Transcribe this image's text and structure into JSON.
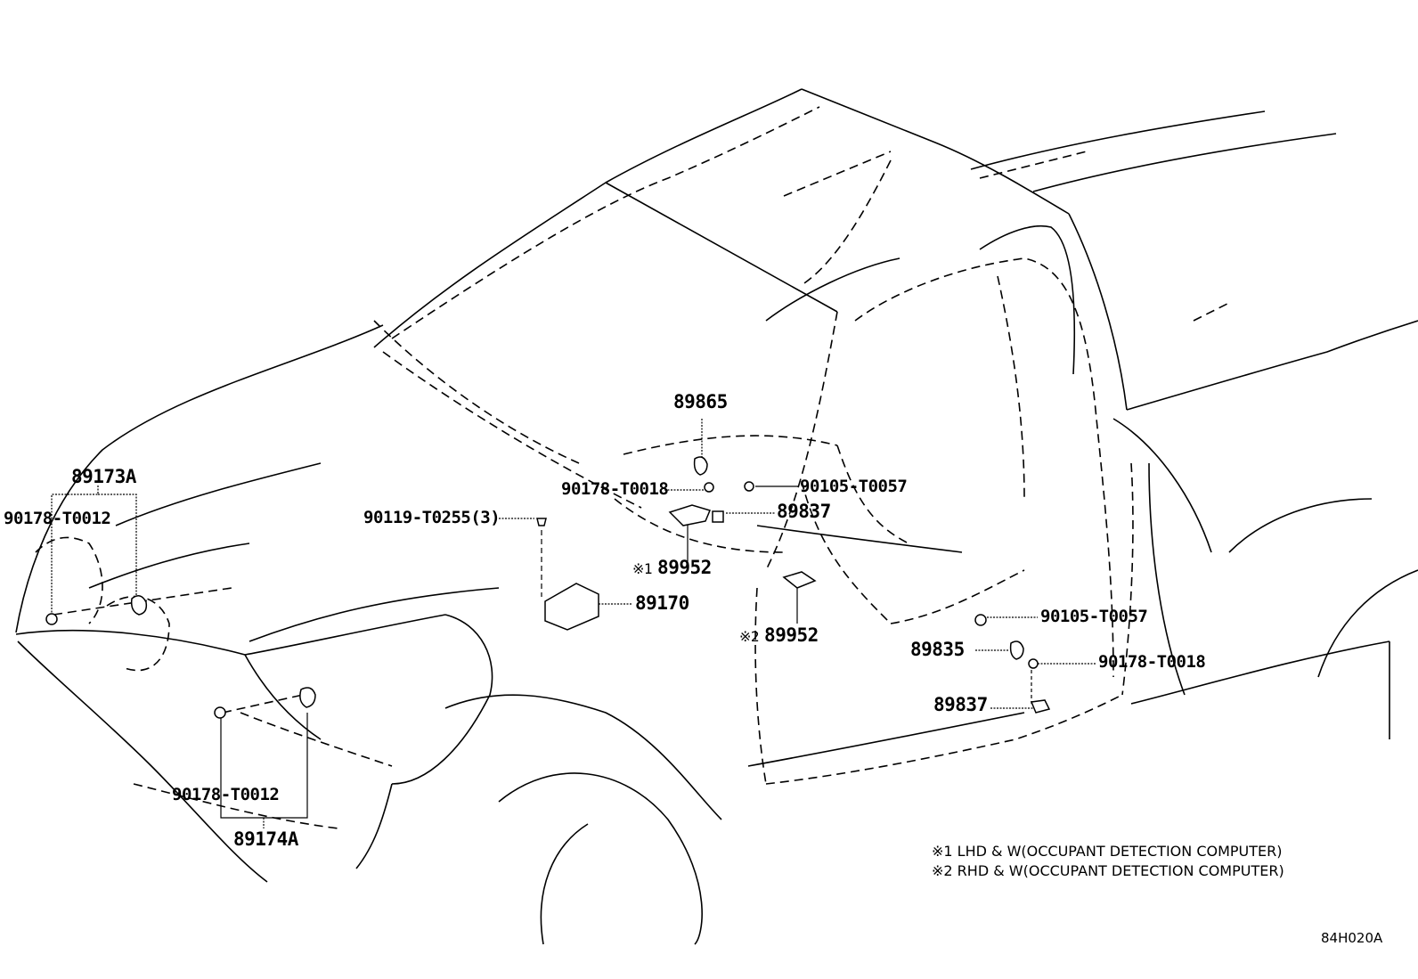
{
  "diagram": {
    "type": "parts-illustration",
    "subject": "Pickup truck airbag sensor / occupant detection parts",
    "illustration_number": "84H020A",
    "part_labels": [
      {
        "id": "p1",
        "text": "89173A"
      },
      {
        "id": "p2",
        "text": "90178-T0012"
      },
      {
        "id": "p3",
        "text": "90119-T0255(3)"
      },
      {
        "id": "p4",
        "text": "90178-T0018"
      },
      {
        "id": "p5",
        "text": "89865"
      },
      {
        "id": "p6",
        "text": "90105-T0057"
      },
      {
        "id": "p7",
        "text": "89837"
      },
      {
        "id": "p8",
        "text": "89952",
        "ref": "※1"
      },
      {
        "id": "p9",
        "text": "89170"
      },
      {
        "id": "p10",
        "text": "89952",
        "ref": "※2"
      },
      {
        "id": "p11",
        "text": "90105-T0057"
      },
      {
        "id": "p12",
        "text": "89835"
      },
      {
        "id": "p13",
        "text": "90178-T0018"
      },
      {
        "id": "p14",
        "text": "89837"
      },
      {
        "id": "p15",
        "text": "90178-T0012"
      },
      {
        "id": "p16",
        "text": "89174A"
      }
    ],
    "notes": [
      "※1 LHD & W(OCCUPANT DETECTION COMPUTER)",
      "※2 RHD & W(OCCUPANT DETECTION COMPUTER)"
    ]
  }
}
